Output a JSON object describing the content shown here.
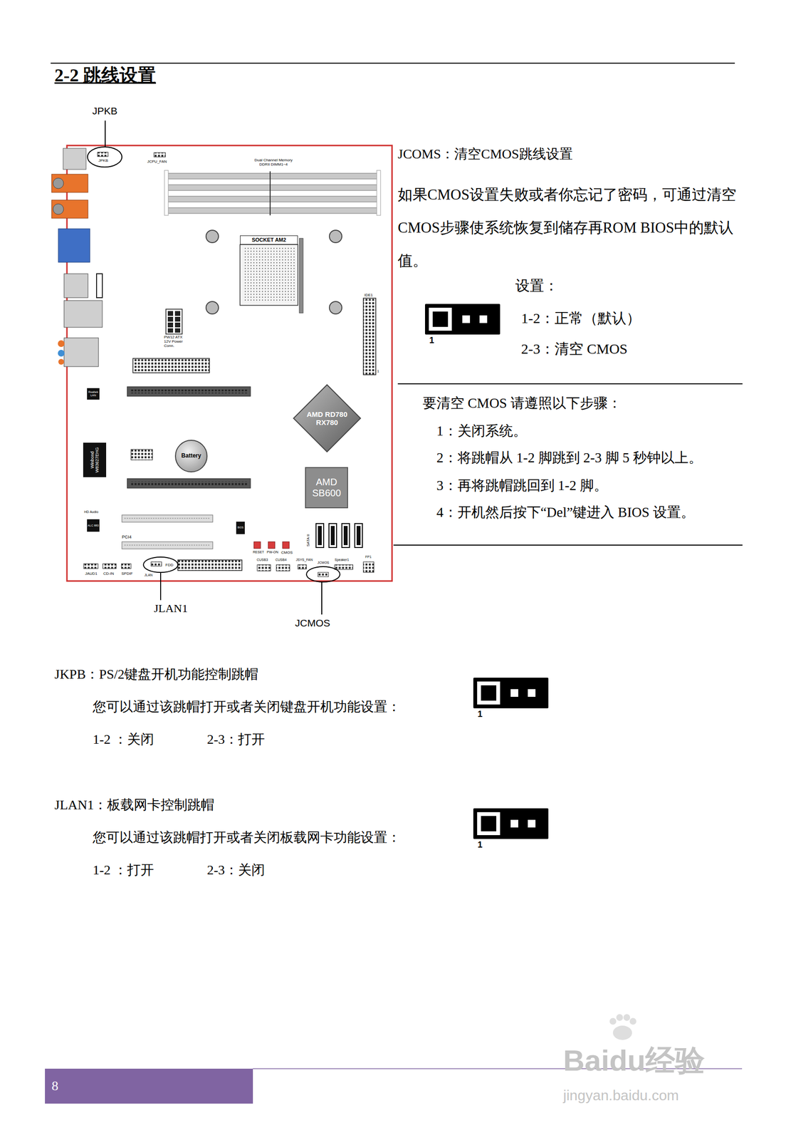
{
  "diagram": {
    "title": "2-2 跳线设置",
    "nodes": [
      {
        "text": [
          "SOCKET AM2"
        ]
      },
      {
        "text": [
          "AMD RD780 RX780"
        ]
      },
      {
        "text": [
          "Realtek LAN"
        ]
      },
      {
        "text": [
          "Winbond W83627EHG"
        ]
      },
      {
        "text": [
          "Battery"
        ]
      },
      {
        "text": [
          "AMD SB600"
        ]
      },
      {
        "text": [
          "ALC 883"
        ]
      },
      {
        "text": [
          "BIOS"
        ]
      },
      {
        "text": [
          "8"
        ]
      }
    ],
    "labels": [
      "JPKB",
      "JPKB",
      "JCPU_FAN",
      "Dual Channel Memory DDRII DIMM1~4",
      "IDE1",
      "1",
      "PW12 ATX 12V Power Conn.",
      "HD Audio",
      "PCI4",
      "SATA II",
      "RESET",
      "PW-ON",
      "CMOS",
      "JAUD1",
      "CD-IN",
      "SPDIF",
      "FDD",
      "JLAN",
      "CUSB3",
      "CUSB4",
      "JSYS_FAN",
      "JCMOS",
      "Speaker1",
      "FP1",
      "JLAN1",
      "JCMOS",
      "JCOMS：清空CMOS跳线设置",
      "如果CMOS设置失败或者你忘记了密码，可通过清空 CMOS步骤使系统恢复到储存再ROM BIOS中的默认 值。",
      "设置：",
      "1",
      "1-2：正常（默认）",
      "2-3：清空 CMOS",
      "要清空 CMOS 请遵照以下步骤：",
      "1：关闭系统。",
      "2：将跳帽从 1-2 脚跳到 2-3 脚 5 秒钟以上。",
      "3：再将跳帽跳回到 1-2 脚。",
      "4：开机然后按下“Del”键进入 BIOS 设置。",
      "JKPB：PS/2键盘开机功能控制跳帽",
      "您可以通过该跳帽打开或者关闭键盘开机功能设置：",
      "1-2 ：关闭",
      "2-3：打开",
      "1",
      "JLAN1：板载网卡控制跳帽",
      "您可以通过该跳帽打开或者关闭板载网卡功能设置：",
      "1-2 ：打开",
      "2-3：关闭",
      "1",
      "Baidu经验",
      "jingyan.baidu.com"
    ]
  }
}
